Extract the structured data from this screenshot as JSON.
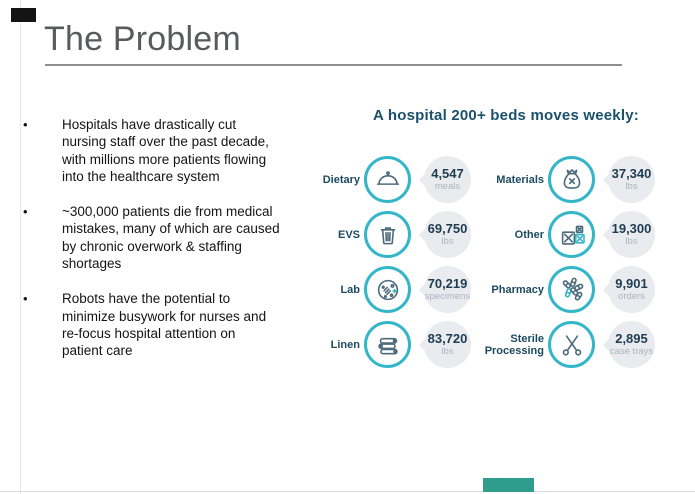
{
  "slide": {
    "title": "The Problem",
    "bullets": [
      "Hospitals have drastically cut\nnursing staff over the past decade,\nwith millions more patients flowing\ninto the healthcare system",
      "~300,000 patients die from medical\nmistakes, many of which are caused\nby chronic overwork & staffing\nshortages",
      "Robots have the potential to\nminimize busywork for nurses and\nre-focus hospital attention on\npatient care"
    ]
  },
  "infographic": {
    "title": "A hospital 200+ beds moves weekly:",
    "items": [
      {
        "label": "Dietary",
        "icon": "cloche-icon",
        "value": "4,547",
        "unit": "meals"
      },
      {
        "label": "Materials",
        "icon": "sack-icon",
        "value": "37,340",
        "unit": "lbs"
      },
      {
        "label": "EVS",
        "icon": "trash-icon",
        "value": "69,750",
        "unit": "lbs"
      },
      {
        "label": "Other",
        "icon": "boxes-icon",
        "value": "19,300",
        "unit": "lbs"
      },
      {
        "label": "Lab",
        "icon": "petri-dish-icon",
        "value": "70,219",
        "unit": "specimens"
      },
      {
        "label": "Pharmacy",
        "icon": "pills-icon",
        "value": "9,901",
        "unit": "orders"
      },
      {
        "label": "Linen",
        "icon": "towels-icon",
        "value": "83,720",
        "unit": "lbs"
      },
      {
        "label": "Sterile\nProcessing",
        "icon": "scissors-icon",
        "value": "2,895",
        "unit": "case trays"
      }
    ],
    "colors": {
      "accent_teal": "#34b6c9",
      "icon_slate": "#4c6b7c",
      "label_navy": "#1d4a61",
      "value_navy": "#1e3d52",
      "unit_gray": "#a9b6c0",
      "bubble_gray": "#e9ebee",
      "header_navy": "#1b516d"
    }
  },
  "decorations": {
    "top_left_mark_color": "#141414",
    "bottom_mark_color": "#2f9d8e",
    "title_color": "#595a5c",
    "title_rule_color": "#8f8f8f"
  }
}
